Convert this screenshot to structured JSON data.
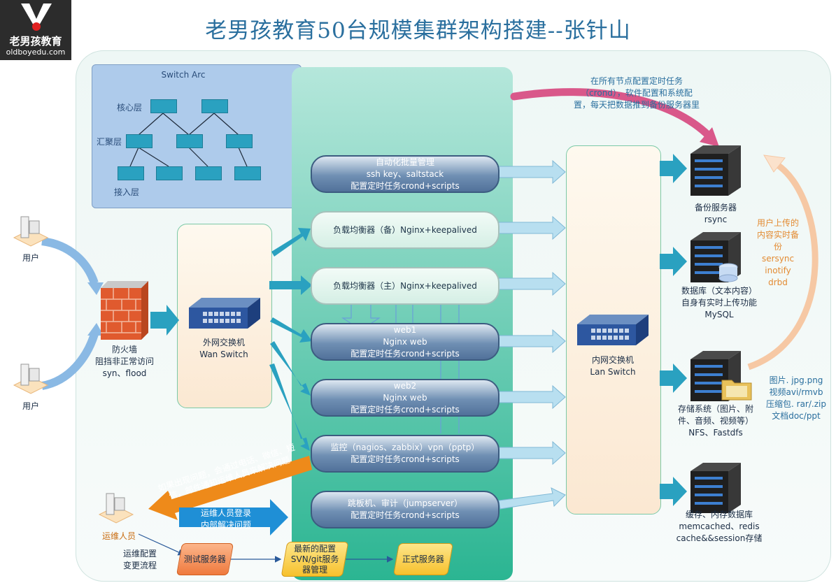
{
  "logo": {
    "name": "老男孩教育",
    "url": "oldboyedu.com"
  },
  "title": "老男孩教育50台规模集群架构搭建--张针山",
  "switch_arc": {
    "title": "Switch  Arc",
    "core_label": "核心层",
    "aggregation_label": "汇聚层",
    "access_label": "接入层"
  },
  "users": {
    "top_label": "用户",
    "bottom_label": "用户"
  },
  "firewall": {
    "line1": "防火墙",
    "line2": "阻挡非正常访问",
    "line3": "syn、flood"
  },
  "wan_switch": {
    "line1": "外网交换机",
    "line2": "Wan  Switch"
  },
  "lan_switch": {
    "line1": "内网交换机",
    "line2": "Lan  Switch"
  },
  "servers": [
    {
      "line1": "自动化批量管理",
      "line2": "ssh  key、saltstack",
      "line3": "配置定时任务crond+scripts"
    },
    {
      "line1": "负载均衡器（备）Nginx+keepalived"
    },
    {
      "line1": "负载均衡器（主）Nginx+keepalived"
    },
    {
      "line1": "web1",
      "line2": "Nginx  web",
      "line3": "配置定时任务crond+scripts"
    },
    {
      "line1": "web2",
      "line2": "Nginx  web",
      "line3": "配置定时任务crond+scripts"
    },
    {
      "line1": "监控（nagios、zabbix）vpn（pptp）",
      "line2": "配置定时任务crond+scripts"
    },
    {
      "line1": "跳板机、审计（jumpserver）",
      "line2": "配置定时任务crond+scripts"
    }
  ],
  "cron_note": {
    "line1": "在所有节点配置定时任务",
    "line2": "（crond），软件配置和系统配",
    "line3": "置，每天把数据推到备份服务器里"
  },
  "backend": {
    "backup": {
      "line1": "备份服务器",
      "line2": "rsync"
    },
    "database": {
      "line1": "数据库（文本内容）",
      "line2": "自身有实时上传功能",
      "line3": "MySQL"
    },
    "storage": {
      "line1": "存储系统（图片、附",
      "line2": "件、音频、视频等）",
      "line3": "NFS、Fastdfs"
    },
    "cache": {
      "line1": "缓存、内存数据库",
      "line2": "memcached、redis",
      "line3": "cache&&session存储"
    }
  },
  "upload_note": {
    "line1": "用户上传的",
    "line2": "内容实时备",
    "line3": "份",
    "line4": "sersync",
    "line5": "inotify",
    "line6": "drbd"
  },
  "file_types": {
    "line1": "图片. jpg.png",
    "line2": "视频avi/rmvb",
    "line3": "压缩包. rar/.zip",
    "line4": "文档doc/ppt"
  },
  "alert": {
    "line1": "如果出现问题，会通过电话、微信、短",
    "line2": "信，邮件通知运维人员来解决问题"
  },
  "ops": {
    "person_label": "运维人员",
    "login_line1": "运维人员登录",
    "login_line2": "内部解决问题",
    "flow_line1": "运维配置",
    "flow_line2": "变更流程",
    "test_server": "测试服务器",
    "svn_line1": "最新的配置",
    "svn_line2": "SVN/git服务",
    "svn_line3": "器管理",
    "prod_server": "正式服务器"
  },
  "colors": {
    "title": "#2a6f9e",
    "teal": "#2bb592",
    "arrow": "#2aa1c0",
    "orange": "#ee8a1a",
    "pink": "#d9588a"
  }
}
